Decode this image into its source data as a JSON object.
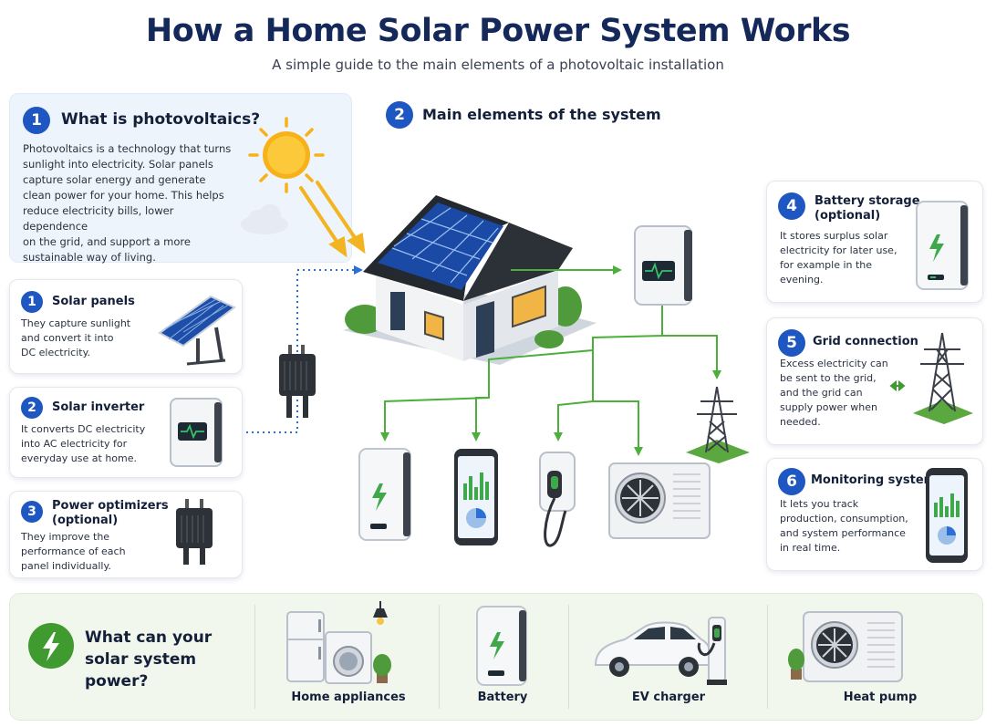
{
  "header": {
    "title": "How a Home Solar Power System Works",
    "subtitle": "A simple guide to the main elements of a photovoltaic installation"
  },
  "intro": {
    "number": "1",
    "title": "What is photovoltaics?",
    "lines": [
      "Photovoltaics is a technology that turns",
      "sunlight into electricity. Solar panels",
      "capture solar energy and generate",
      "clean power for your home. This helps",
      "reduce electricity bills, lower dependence",
      "on the grid, and support a more",
      "sustainable way of living."
    ]
  },
  "section2": {
    "number": "2",
    "title": "Main elements of the system"
  },
  "left_cards": [
    {
      "number": "1",
      "title": [
        "Solar panels"
      ],
      "lines": [
        "They capture sunlight",
        "and convert it into",
        "DC electricity."
      ],
      "icon": "solar-panel-icon"
    },
    {
      "number": "2",
      "title": [
        "Solar inverter"
      ],
      "lines": [
        "It converts DC electricity",
        "into AC electricity for",
        "everyday use at home."
      ],
      "icon": "inverter-icon"
    },
    {
      "number": "3",
      "title": [
        "Power optimizers",
        "(optional)"
      ],
      "lines": [
        "They improve the",
        "performance of each",
        "panel individually."
      ],
      "icon": "optimizer-icon"
    }
  ],
  "right_cards": [
    {
      "number": "4",
      "title": [
        "Battery storage",
        "(optional)"
      ],
      "lines": [
        "It stores surplus solar",
        "electricity for later use,",
        "for example in the",
        "evening."
      ],
      "icon": "battery-icon"
    },
    {
      "number": "5",
      "title": [
        "Grid connection"
      ],
      "lines": [
        "Excess electricity can",
        "be sent to the grid,",
        "and the grid can",
        "supply power when",
        "needed."
      ],
      "icon": "transmission-tower-icon"
    },
    {
      "number": "6",
      "title": [
        "Monitoring system"
      ],
      "lines": [
        "It lets you track",
        "production, consumption,",
        "and system performance",
        "in real time."
      ],
      "icon": "smartphone-monitor-icon"
    }
  ],
  "bottom": {
    "title": [
      "What can your",
      "solar system power?"
    ],
    "items": [
      {
        "label": "Home appliances",
        "icon": "home-appliances-icon"
      },
      {
        "label": "Battery",
        "icon": "battery-icon"
      },
      {
        "label": "EV charger",
        "icon": "ev-charger-icon"
      },
      {
        "label": "Heat pump",
        "icon": "heat-pump-icon"
      }
    ]
  },
  "colors": {
    "title": "#14285a",
    "accent_blue": "#1e56c2",
    "flow_green": "#4caf3c",
    "dc_blue": "#2b6fd6",
    "sun": "#f7b21a"
  }
}
